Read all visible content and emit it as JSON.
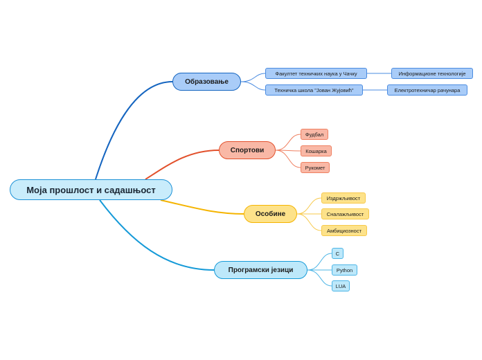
{
  "central": "Моја прошлост и садашњост",
  "branches": {
    "education": {
      "label": "Образовање",
      "color": "#1565c0",
      "items": [
        "Факултет техничких наука у Чачку",
        "Техничка школа \"Јован Жујовић\""
      ],
      "details": [
        "Информационе технологије",
        "Електротехничар рачунара"
      ]
    },
    "sports": {
      "label": "Спортови",
      "color": "#e2502b",
      "items": [
        "Фудбал",
        "Кошарка",
        "Рукомет"
      ]
    },
    "traits": {
      "label": "Особине",
      "color": "#f5b400",
      "items": [
        "Издржљивост",
        "Сналажљивост",
        "Амбициозност"
      ]
    },
    "languages": {
      "label": "Програмски језици",
      "color": "#159ad8",
      "items": [
        "C",
        "Python",
        "LUA"
      ]
    }
  }
}
